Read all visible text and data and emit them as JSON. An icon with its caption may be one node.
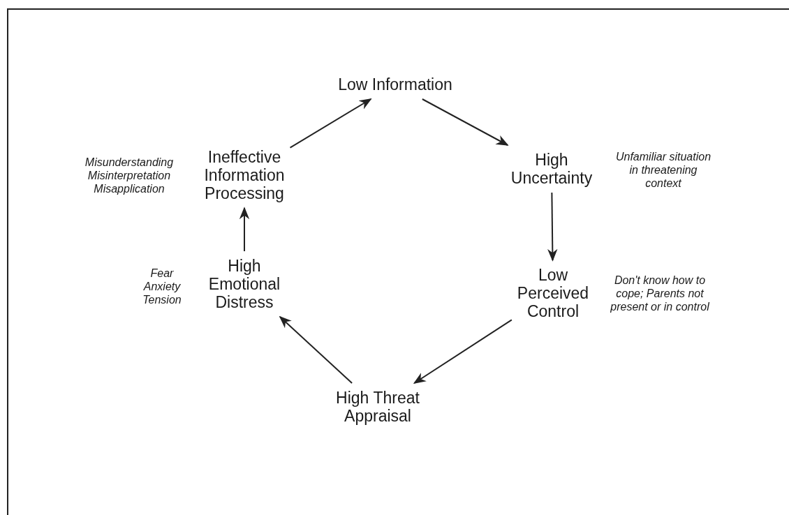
{
  "diagram": {
    "nodes": [
      {
        "text": [
          "Low Information"
        ]
      },
      {
        "text": [
          "High Uncertainty"
        ],
        "beside": [
          "Unfamiliar situation in threatening context"
        ]
      },
      {
        "text": [
          "Low Perceived Control"
        ],
        "beside": [
          "Don't know how to cope; Parents not present or in control"
        ]
      },
      {
        "text": [
          "High Threat Appraisal"
        ]
      },
      {
        "text": [
          "High Emotional Distress"
        ],
        "beside": [
          "Fear Anxiety Tension"
        ]
      },
      {
        "text": [
          "Ineffective Information Processing"
        ],
        "beside": [
          "Misunderstanding Misinterpretation Misapplication"
        ]
      }
    ],
    "edges": [
      {
        "from": 0,
        "to": 1,
        "arrow": "to"
      },
      {
        "from": 1,
        "to": 2,
        "arrow": "to"
      },
      {
        "from": 2,
        "to": 3,
        "arrow": "to"
      },
      {
        "from": 3,
        "to": 4,
        "arrow": "to"
      },
      {
        "from": 4,
        "to": 5,
        "arrow": "to"
      },
      {
        "from": 5,
        "to": 0,
        "arrow": "to"
      }
    ]
  }
}
